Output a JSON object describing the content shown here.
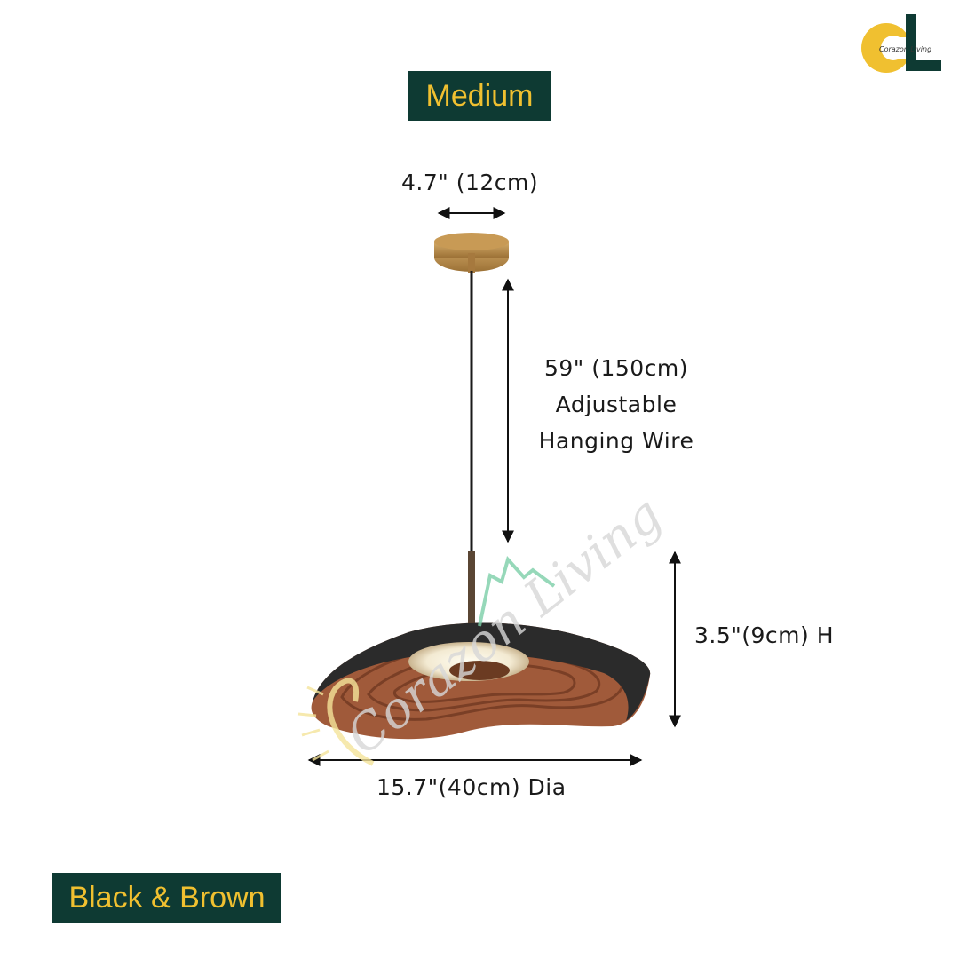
{
  "brand": {
    "logo_monogram": "CL",
    "logo_text": "Corazon Living",
    "watermark_text": "Corazon Living",
    "colors": {
      "accent_yellow": "#f0c030",
      "dark_green": "#0e3a33",
      "watermark_green": "#7ccfa8"
    }
  },
  "size_badge": "Medium",
  "color_badge": "Black & Brown",
  "dimensions": {
    "canopy": "4.7\" (12cm)",
    "wire_line1": "59\" (150cm)",
    "wire_line2": "Adjustable",
    "wire_line3": "Hanging Wire",
    "height": "3.5\"(9cm) H",
    "diameter": "15.7\"(40cm) Dia"
  },
  "product": {
    "shade_colors": {
      "outer": "#2b2b2b",
      "inner": "#a05a3a"
    },
    "canopy_color": "#b98b4a"
  }
}
